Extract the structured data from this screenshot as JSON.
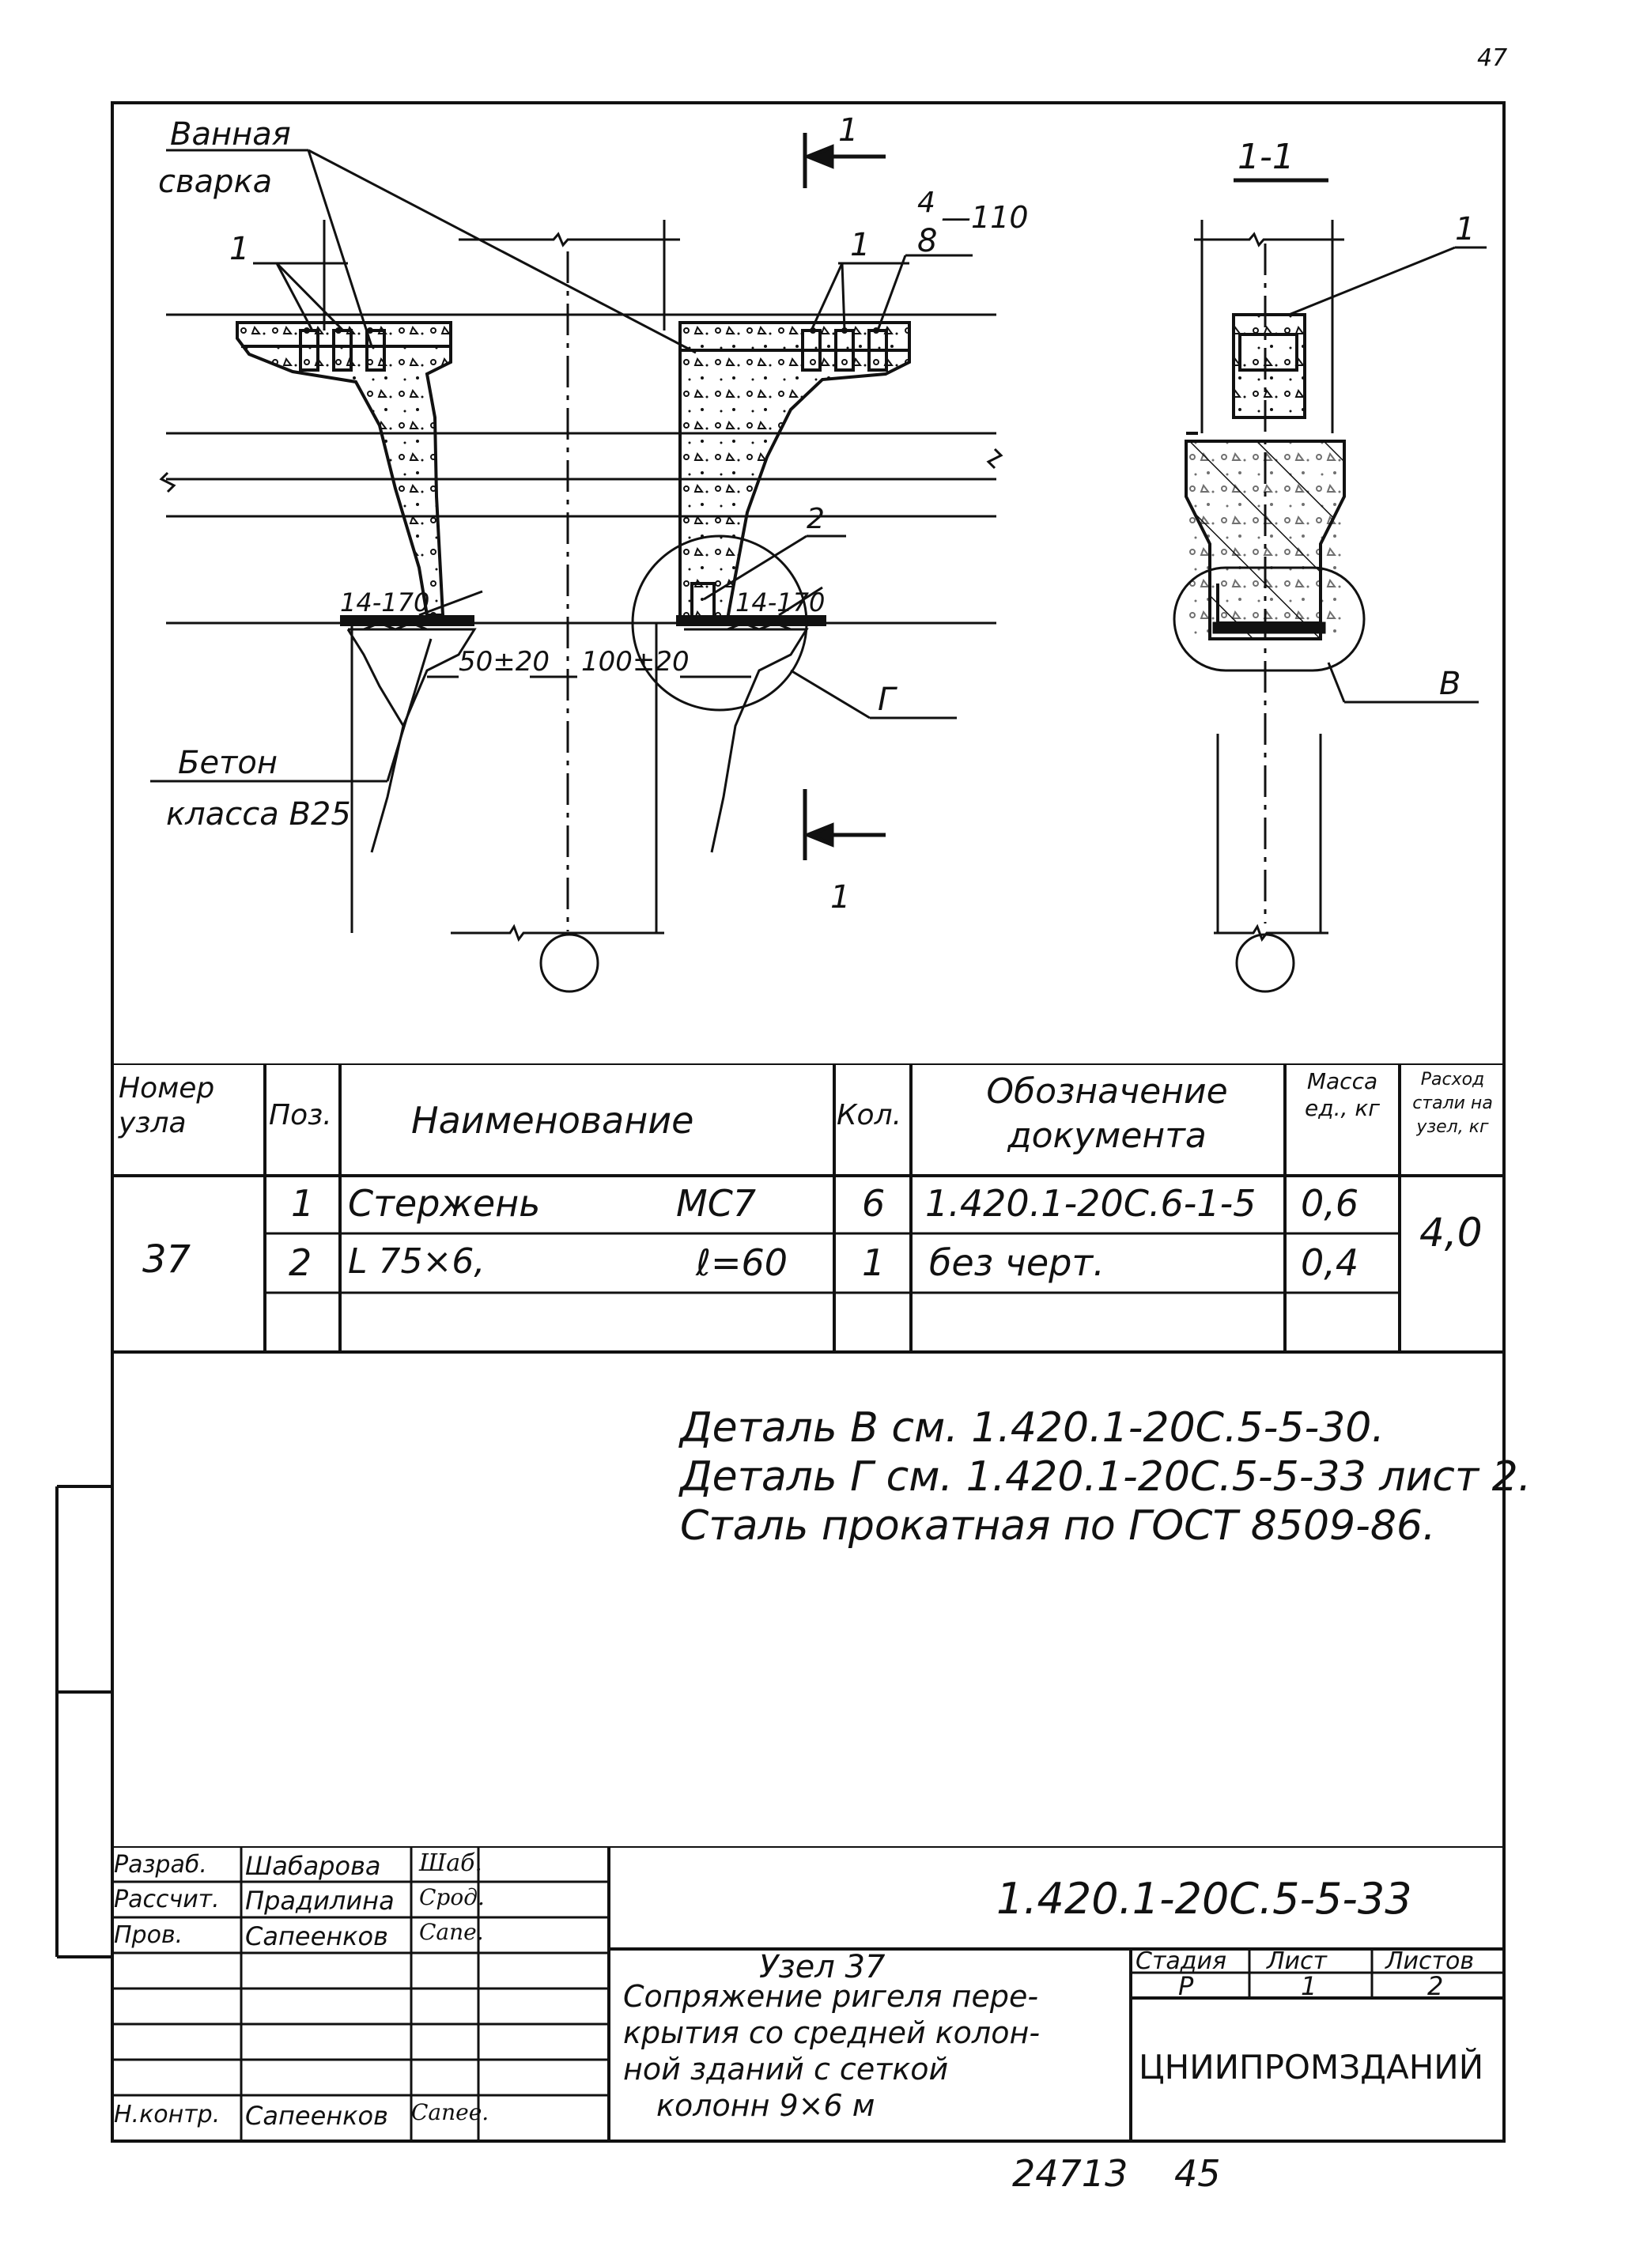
{
  "page_number": "47",
  "drawing": {
    "label_bath_weld_1": "Ванная",
    "label_bath_weld_2": "сварка",
    "label_concrete_1": "Бетон",
    "label_concrete_2": "класса В25",
    "label_pos1_left": "1",
    "label_pos1_mid": "1",
    "label_pos1_right": "1",
    "label_weld_4": "4",
    "label_weld_8": "8",
    "label_weld_110": "—110",
    "label_weld_14_170_left": "14-170",
    "label_weld_14_170_right": "14-170",
    "label_pos2": "2",
    "label_gap_50": "50±20",
    "label_gap_100": "100±20",
    "label_detail_g": "Г",
    "label_detail_v": "В",
    "label_section_top": "1",
    "label_section_bottom": "1",
    "label_section_view": "1-1"
  },
  "spec_table": {
    "headers": {
      "node_no": "Номер узла",
      "pos": "Поз.",
      "name": "Наименование",
      "qty": "Кол.",
      "doc": "Обозначение документа",
      "mass": "Масса ед., кг",
      "steel": "Расход стали на узел, кг"
    },
    "node": "37",
    "rows": [
      {
        "pos": "1",
        "name": "Стержень",
        "mark": "МС7",
        "qty": "6",
        "doc": "1.420.1-20С.6-1-5",
        "mass": "0,6"
      },
      {
        "pos": "2",
        "name": "L 75×6,",
        "mark": "ℓ=60",
        "qty": "1",
        "doc": "без черт.",
        "mass": "0,4"
      }
    ],
    "steel_total": "4,0"
  },
  "notes": [
    "Деталь В см. 1.420.1-20С.5-5-30.",
    "Деталь Г см. 1.420.1-20С.5-5-33 лист 2.",
    "Сталь прокатная по ГОСТ 8509-86."
  ],
  "title_block": {
    "roles": [
      "Разраб.",
      "Рассчит.",
      "Пров.",
      "",
      "",
      "",
      "Н.контр."
    ],
    "names": [
      "Шабарова",
      "Прадилина",
      "Сапеенков",
      "",
      "",
      "",
      "Сапеенков"
    ],
    "signatures": [
      "Шаб.",
      "Срод.",
      "Сапе.",
      "",
      "",
      "",
      "Сапее."
    ],
    "designation": "1.420.1-20С.5-5-33",
    "node_title": "Узел 37",
    "description_lines": [
      "Сопряжение ригеля пере-",
      "крытия со средней колон-",
      "ной зданий с сеткой",
      "колонн 9×6 м"
    ],
    "stage_label": "Стадия",
    "sheet_label": "Лист",
    "sheets_label": "Листов",
    "stage": "Р",
    "sheet": "1",
    "sheets": "2",
    "organization": "ЦНИИПРОМЗДАНИЙ"
  },
  "footer": {
    "inventory_no": "24713",
    "page": "45"
  }
}
